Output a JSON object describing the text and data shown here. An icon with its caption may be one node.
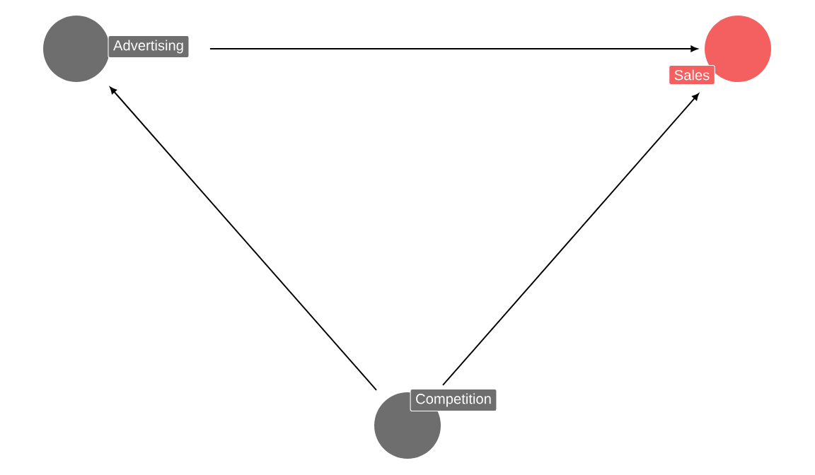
{
  "diagram": {
    "nodes": [
      {
        "text": [
          "Advertising"
        ]
      },
      {
        "text": [
          "Sales"
        ]
      },
      {
        "text": [
          "Competition"
        ]
      }
    ],
    "edges": [
      {
        "from": 0,
        "to": 1,
        "arrow": "to"
      },
      {
        "from": 2,
        "to": 0,
        "arrow": "to"
      },
      {
        "from": 2,
        "to": 1,
        "arrow": "to"
      }
    ]
  }
}
